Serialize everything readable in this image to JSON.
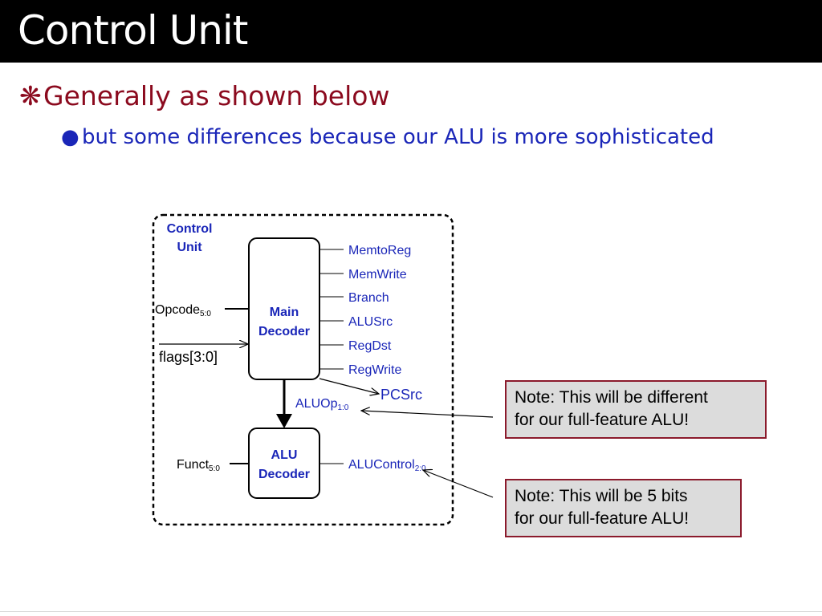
{
  "slide": {
    "title": "Control Unit",
    "bullet1": {
      "marker": "❋",
      "text": "Generally as shown below"
    },
    "bullet2": {
      "marker": "●",
      "text": "but some differences because our ALU is more sophisticated"
    }
  },
  "diagram": {
    "unit_label_line1": "Control",
    "unit_label_line2": "Unit",
    "main_decoder_line1": "Main",
    "main_decoder_line2": "Decoder",
    "alu_decoder_line1": "ALU",
    "alu_decoder_line2": "Decoder",
    "opcode": "Opcode",
    "opcode_sub": "5:0",
    "flags": "flags[3:0]",
    "funct": "Funct",
    "funct_sub": "5:0",
    "outputs": [
      "MemtoReg",
      "MemWrite",
      "Branch",
      "ALUSrc",
      "RegDst",
      "RegWrite"
    ],
    "pcsrc": "PCSrc",
    "aluop": "ALUOp",
    "aluop_sub": "1:0",
    "alucontrol": "ALUControl",
    "alucontrol_sub": "2:0"
  },
  "notes": {
    "note1_line1": "Note:  This will be different",
    "note1_line2": "for our full-feature ALU!",
    "note2_line1": "Note:  This will be 5 bits",
    "note2_line2": "for our full-feature ALU!"
  },
  "colors": {
    "title_bg": "#000000",
    "bullet1": "#8b0a1e",
    "bullet2": "#1a26b8",
    "diagram_blue": "#1a26b8",
    "note_bg": "#dcdcdc",
    "note_border": "#8b1a2c"
  }
}
